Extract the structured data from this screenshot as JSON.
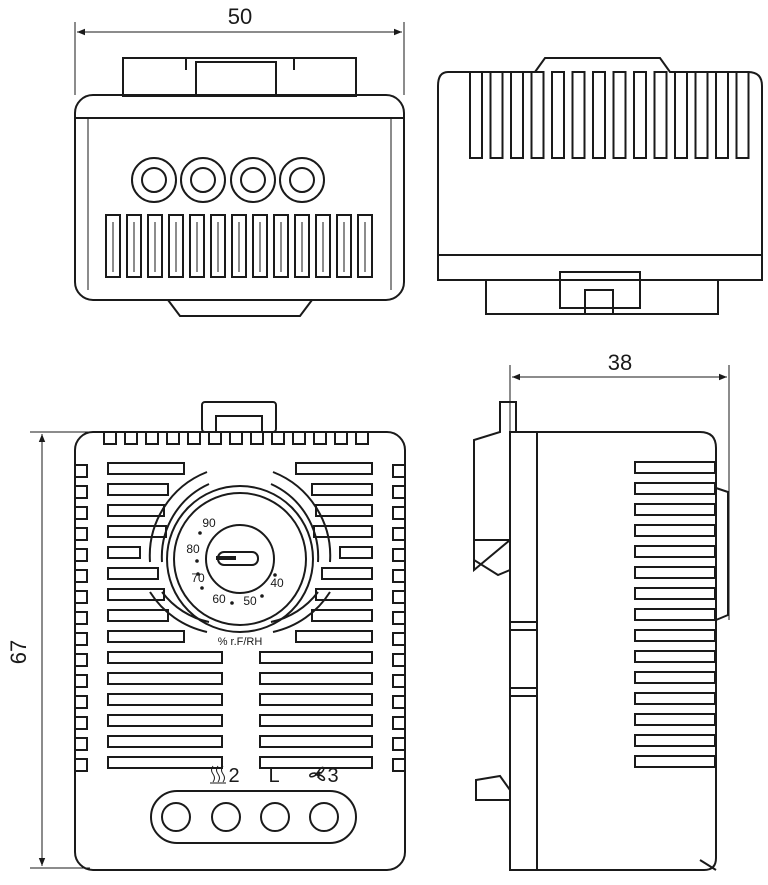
{
  "dimensions": {
    "width": "50",
    "height": "67",
    "depth": "38"
  },
  "dial": {
    "scale_labels": [
      "90",
      "80",
      "70",
      "60",
      "50",
      "40"
    ],
    "unit_label": "% r.F/RH"
  },
  "terminals": {
    "heater_label": "2",
    "line_label": "L",
    "fan_label": "3"
  },
  "icons": {
    "heater": "heater-icon",
    "fan": "fan-icon",
    "arrow": "dimension-arrow-icon"
  },
  "colors": {
    "line": "#1a1a1a",
    "background": "#ffffff"
  }
}
